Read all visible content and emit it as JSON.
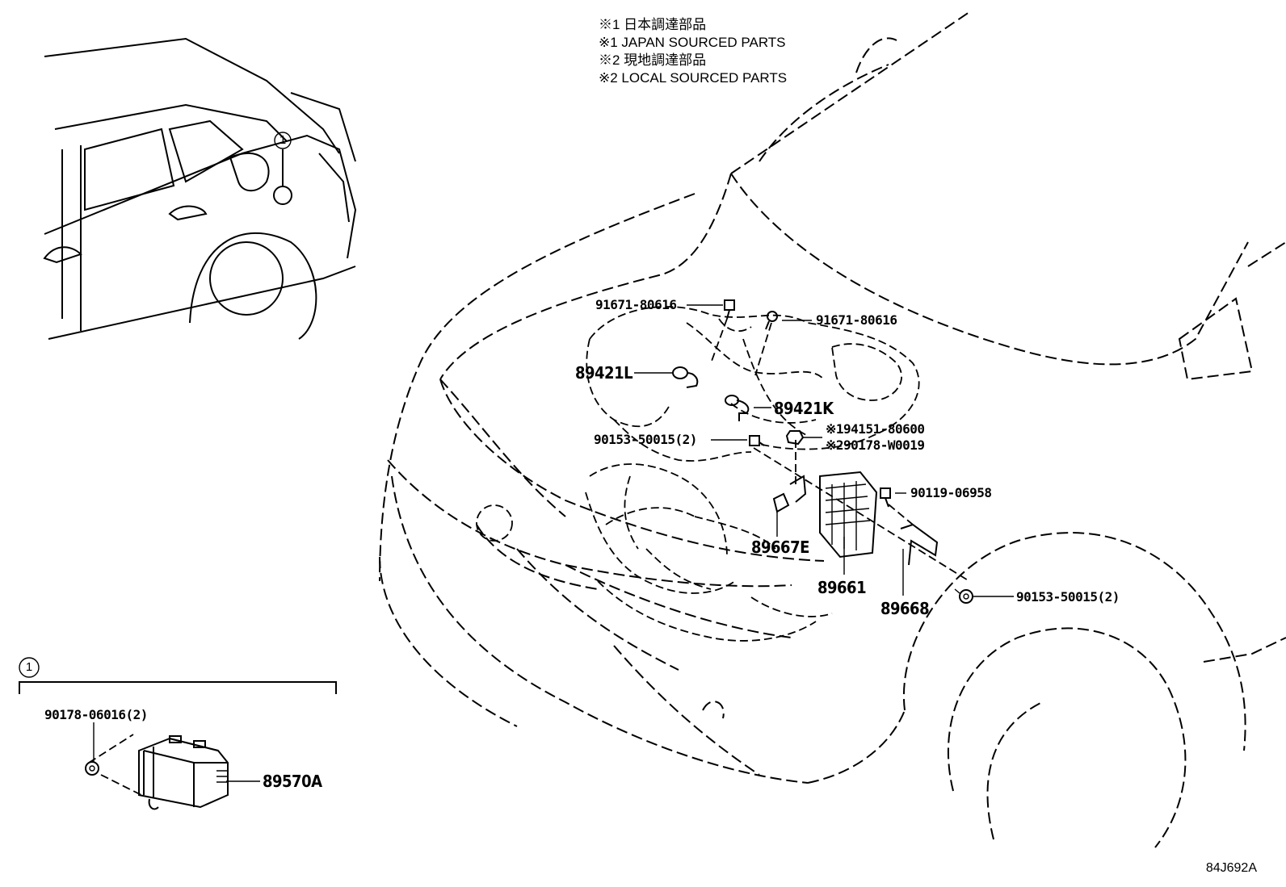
{
  "notes": [
    "※1 日本調達部品",
    "※1 JAPAN SOURCED PARTS",
    "※2 現地調達部品",
    "※2 LOCAL SOURCED PARTS"
  ],
  "labels": {
    "p91671a": "91671-80616",
    "p91671b": "91671-80616",
    "p89421L": "89421L",
    "p89421K": "89421K",
    "p90153a": "90153-50015(2)",
    "p94151": "※194151-80600",
    "p90178w": "※290178-W0019",
    "p90119": "90119-06958",
    "p89667E": "89667E",
    "p89661": "89661",
    "p89668": "89668",
    "p90153b": "90153-50015(2)",
    "p90178": "90178-06016(2)",
    "p89570A": "89570A"
  },
  "callout": "1",
  "figure_code": "84J692A"
}
